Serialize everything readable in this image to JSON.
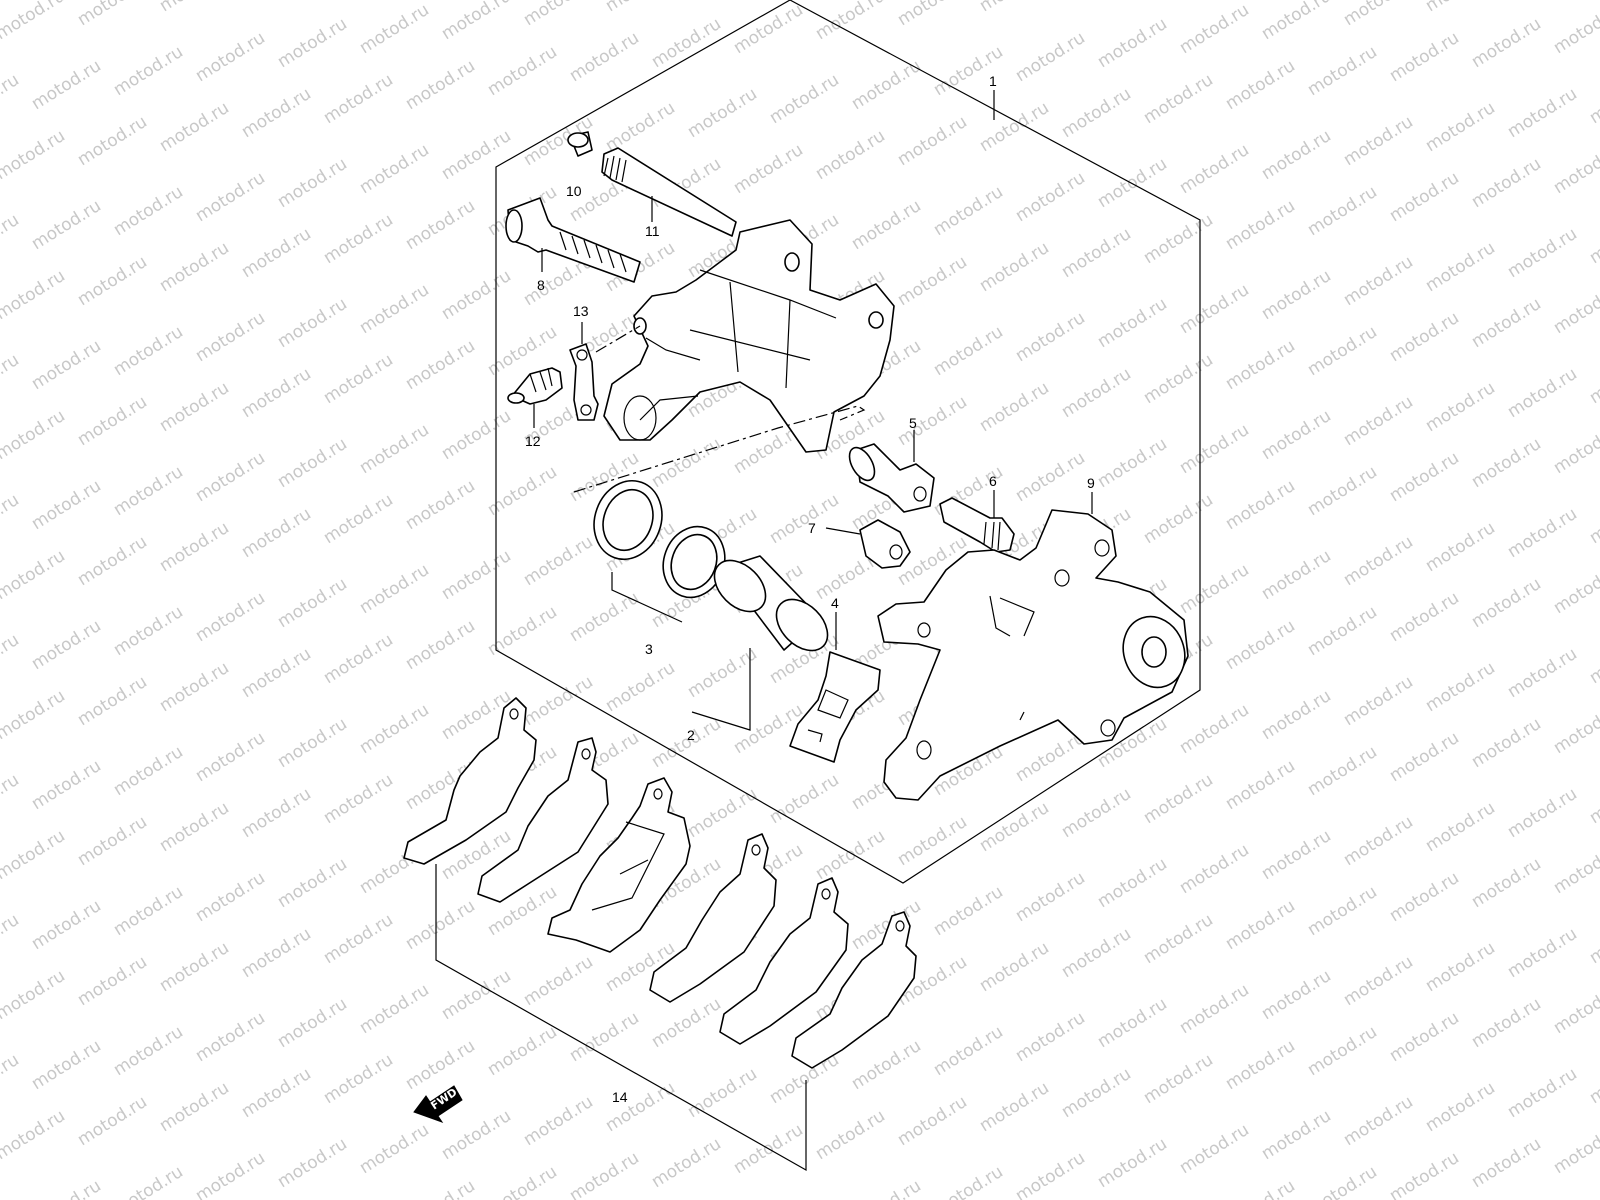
{
  "watermark": {
    "text": "motod.ru"
  },
  "callouts": {
    "c1": "1",
    "c2": "2",
    "c3": "3",
    "c4": "4",
    "c5": "5",
    "c6": "6",
    "c7": "7",
    "c8": "8",
    "c9": "9",
    "c10": "10",
    "c11": "11",
    "c12": "12",
    "c13": "13",
    "c14": "14"
  },
  "fwd_label": "FWD"
}
